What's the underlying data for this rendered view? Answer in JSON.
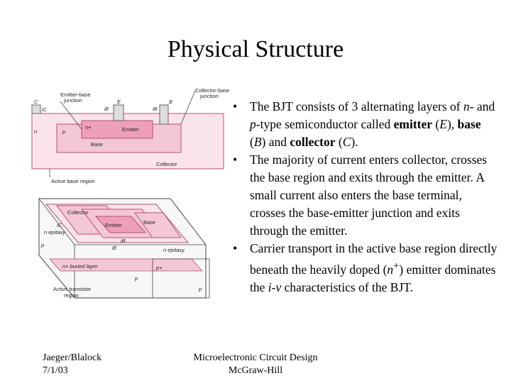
{
  "slide": {
    "title": "Physical Structure",
    "bullets": [
      {
        "parts": [
          {
            "t": "The BJT consists of 3 alternating layers of ",
            "s": ""
          },
          {
            "t": "n",
            "s": "i"
          },
          {
            "t": "- and ",
            "s": ""
          },
          {
            "t": "p",
            "s": "i"
          },
          {
            "t": "-type semiconductor called ",
            "s": ""
          },
          {
            "t": "emitter",
            "s": "b"
          },
          {
            "t": " (",
            "s": ""
          },
          {
            "t": "E",
            "s": "i"
          },
          {
            "t": "), ",
            "s": ""
          },
          {
            "t": "base",
            "s": "b"
          },
          {
            "t": " (",
            "s": ""
          },
          {
            "t": "B",
            "s": "i"
          },
          {
            "t": ") and ",
            "s": ""
          },
          {
            "t": "collector",
            "s": "b"
          },
          {
            "t": " (",
            "s": ""
          },
          {
            "t": "C",
            "s": "i"
          },
          {
            "t": ").",
            "s": ""
          }
        ]
      },
      {
        "parts": [
          {
            "t": "The majority of current enters collector, crosses the base region and exits through the emitter. A small current also enters the base terminal, crosses the base-emitter junction and exits through the emitter.",
            "s": ""
          }
        ]
      },
      {
        "parts": [
          {
            "t": "Carrier transport in the active base region directly beneath the heavily doped (",
            "s": ""
          },
          {
            "t": "n",
            "s": "i"
          },
          {
            "t": "+",
            "s": "sup"
          },
          {
            "t": ") emitter dominates the ",
            "s": ""
          },
          {
            "t": "i",
            "s": "i"
          },
          {
            "t": "-",
            "s": ""
          },
          {
            "t": "v",
            "s": "i"
          },
          {
            "t": " characteristics of the BJT.",
            "s": ""
          }
        ]
      }
    ],
    "footer_left": [
      "Jaeger/Blalock",
      "7/1/03"
    ],
    "footer_center": [
      "Microelectronic Circuit Design",
      "McGraw-Hill"
    ]
  },
  "figure": {
    "top": {
      "label_emitter_base": [
        "Emitter-base",
        "junction"
      ],
      "label_collector_base": [
        "Collector-base",
        "junction"
      ],
      "term_c": "C",
      "term_e": "E",
      "term_b": "B",
      "cur_c": "iC",
      "cur_e": "iE",
      "cur_b": "iB",
      "region_nplus": "n+",
      "region_emitter": "Emitter",
      "region_base": "Base",
      "region_collector": "Collector",
      "region_n": "n",
      "region_p": "p",
      "label_active_base": "Active base region"
    },
    "bottom": {
      "collector": "Collector",
      "emitter": "Emitter",
      "base": "Base",
      "n_epitaxy_left": "n epitaxy",
      "n_epitaxy_right": "n epitaxy",
      "buried_layer": "n+ buried layer",
      "label_active_transistor": [
        "Active transistor",
        "region"
      ],
      "p_labels": [
        "p",
        "p",
        "p",
        "p+"
      ],
      "cur_c": "iC",
      "cur_b": "iB",
      "cur_e": "iE"
    }
  }
}
